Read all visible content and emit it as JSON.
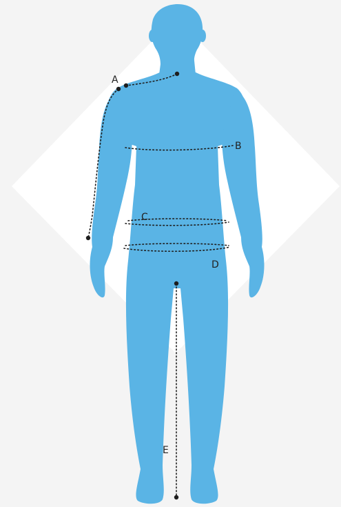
{
  "colors": {
    "background": "#f4f4f4",
    "backdrop": "#ffffff",
    "figure": "#5ab4e5",
    "guide": "#1e1e1e",
    "label": "#222222"
  },
  "labels": {
    "a": "A",
    "b": "B",
    "c": "C",
    "d": "D",
    "e": "E"
  }
}
